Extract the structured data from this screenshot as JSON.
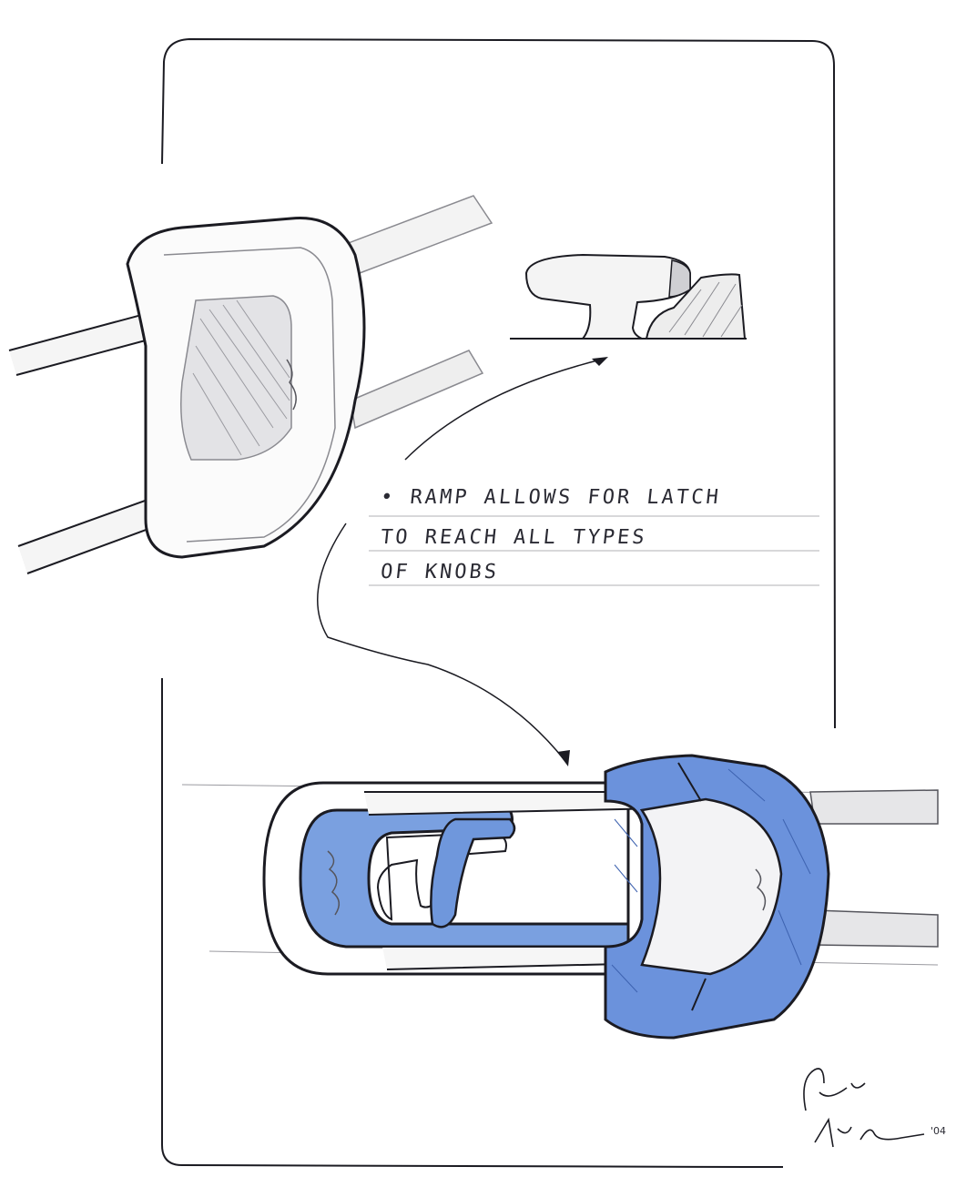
{
  "annotation": {
    "bullet": "•",
    "lines": [
      "RAMP ALLOWS FOR LATCH",
      "TO REACH ALL TYPES",
      "OF KNOBS"
    ]
  },
  "signature": {
    "year_mark": "'04"
  },
  "colors": {
    "paper": "#ffffff",
    "ink": "#1b1b22",
    "pencil": "#8a8a90",
    "accent_blue": "#6b92dc",
    "accent_blue_dark": "#4f76c8"
  },
  "sketches": [
    {
      "name": "latch-perspective-sketch"
    },
    {
      "name": "knob-ramp-detail-sketch"
    },
    {
      "name": "latch-top-view-sketch"
    }
  ]
}
